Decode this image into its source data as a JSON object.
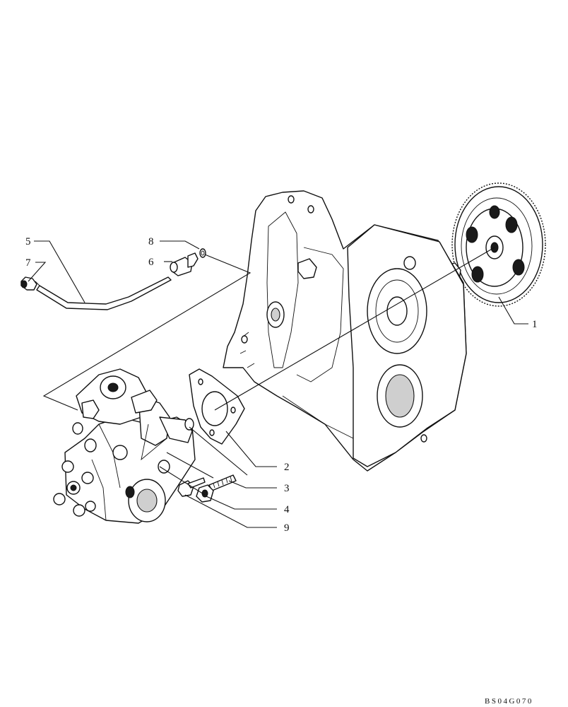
{
  "callouts": [
    {
      "id": "1",
      "label": "1"
    },
    {
      "id": "2",
      "label": "2"
    },
    {
      "id": "3",
      "label": "3"
    },
    {
      "id": "4",
      "label": "4"
    },
    {
      "id": "5",
      "label": "5"
    },
    {
      "id": "6",
      "label": "6"
    },
    {
      "id": "7",
      "label": "7"
    },
    {
      "id": "8",
      "label": "8"
    },
    {
      "id": "9",
      "label": "9"
    }
  ],
  "drawing_code": "BS04G070"
}
